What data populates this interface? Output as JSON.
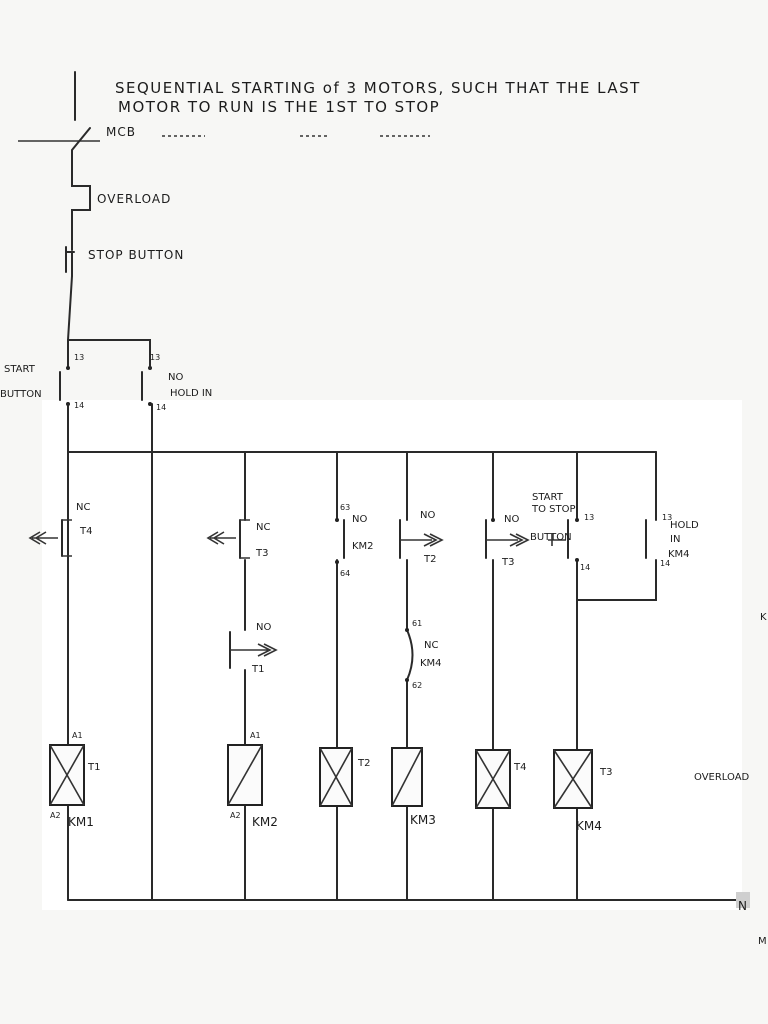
{
  "title": {
    "line1": "SEQUENTIAL STARTING of 3 MOTORS, SUCH THAT THE LAST",
    "line2": "MOTOR TO RUN IS THE 1ST TO STOP"
  },
  "labels": {
    "mcb": "MCB",
    "overload": "OVERLOAD",
    "stop_button": "STOP BUTTON",
    "start": "START",
    "button": "BUTTON",
    "no": "NO",
    "nc": "NC",
    "hold_in": "HOLD IN",
    "hold": "HOLD",
    "in": "IN",
    "start_to_stop": "START",
    "to_stop": "TO STOP",
    "button_right": "BUTTON",
    "overload_right": "OVERLOAD",
    "neutral": "N",
    "edge_k": "K",
    "edge_m": "M"
  },
  "terminals": {
    "t13": "13",
    "t14": "14",
    "t63": "63",
    "t64": "64",
    "t61": "61",
    "t62": "62",
    "a1": "A1",
    "a2": "A2"
  },
  "contacts": {
    "t4": "T4",
    "t3": "T3",
    "km2": "KM2",
    "t2": "T2",
    "t1": "T1",
    "km4": "KM4"
  },
  "coils": [
    {
      "name": "KM1",
      "timer": "T1"
    },
    {
      "name": "KM2",
      "timer": ""
    },
    {
      "name": "",
      "timer": "T2"
    },
    {
      "name": "KM3",
      "timer": ""
    },
    {
      "name": "",
      "timer": "T4"
    },
    {
      "name": "KM4",
      "timer": "T3"
    }
  ]
}
